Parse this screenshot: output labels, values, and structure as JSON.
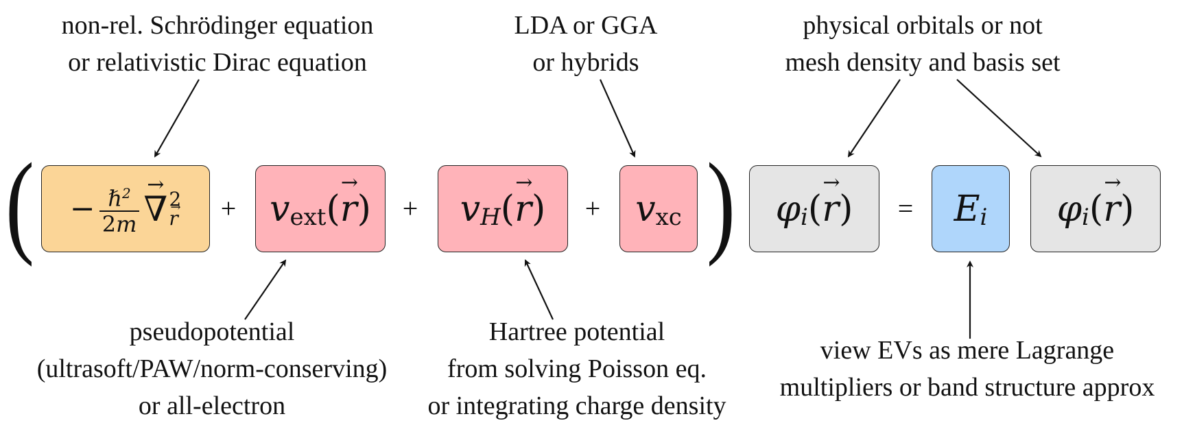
{
  "annotations": {
    "kinetic": {
      "line1": "non-rel. Schrödinger equation",
      "line2": "or relativistic Dirac equation"
    },
    "xc": {
      "line1": "LDA or GGA",
      "line2": "or hybrids"
    },
    "orbitals": {
      "line1": "physical orbitals or not",
      "line2": "mesh density and basis set"
    },
    "vext": {
      "line1": "pseudopotential",
      "line2": "(ultrasoft/PAW/norm-conserving)",
      "line3": "or all-electron"
    },
    "hartree": {
      "line1": "Hartree potential",
      "line2": "from solving Poisson eq.",
      "line3": "or integrating charge density"
    },
    "eigen": {
      "line1": "view EVs as mere Lagrange",
      "line2": "multipliers or band structure approx"
    }
  },
  "equation": {
    "minus": "−",
    "hbar": "ℏ",
    "sq": "2",
    "den_two": "2",
    "mass": "m",
    "nabla": "∇",
    "r": "r",
    "v": "v",
    "ext": "ext",
    "H": "H",
    "xc": "xc",
    "phi": "φ",
    "i": "i",
    "E": "E",
    "open_paren": "(",
    "close_paren": ")",
    "lp": "(",
    "rp": ")",
    "plus": "+",
    "equals": "="
  },
  "colors": {
    "kinetic_box": "#fbd597",
    "potential_box": "#ffb3b9",
    "orbital_box": "#e5e5e5",
    "eigenvalue_box": "#afd6fb"
  }
}
